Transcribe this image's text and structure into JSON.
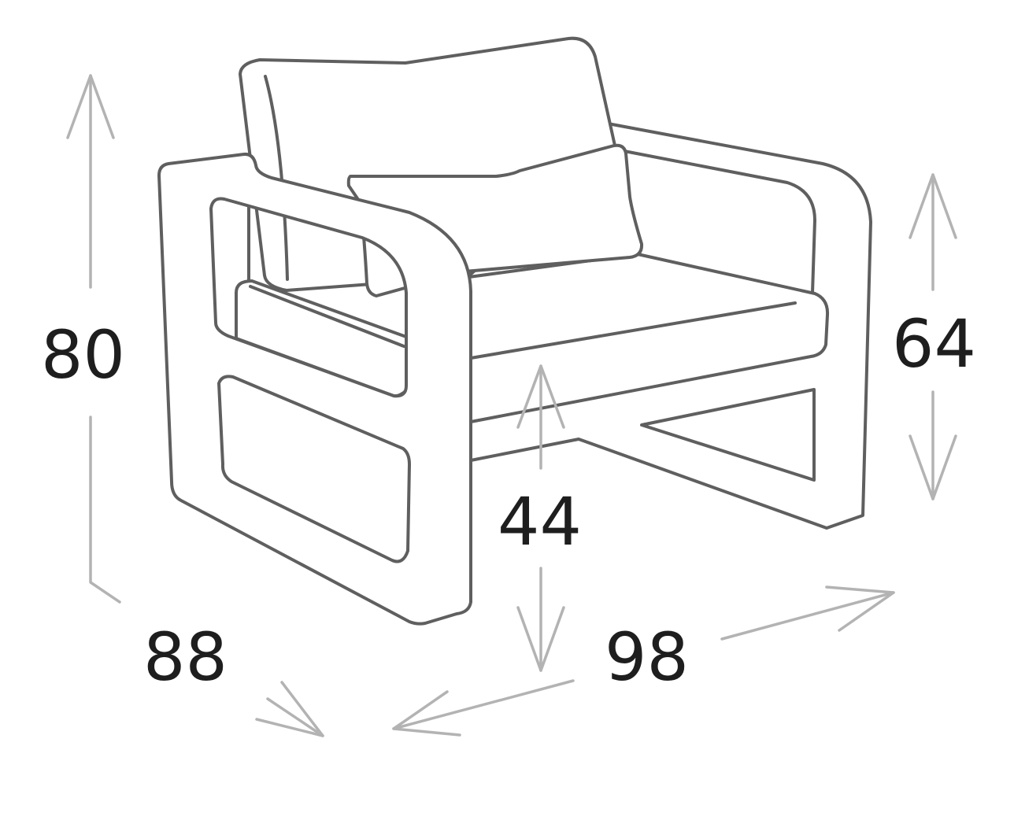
{
  "dimensions": {
    "height": "80",
    "depth": "88",
    "width": "98",
    "seat_height": "44",
    "arm_height": "64"
  },
  "colors": {
    "outline": "#5f5f5f",
    "dimension_arrow": "#b3b3b3",
    "label": "#1e1e1e",
    "background": "#ffffff"
  }
}
